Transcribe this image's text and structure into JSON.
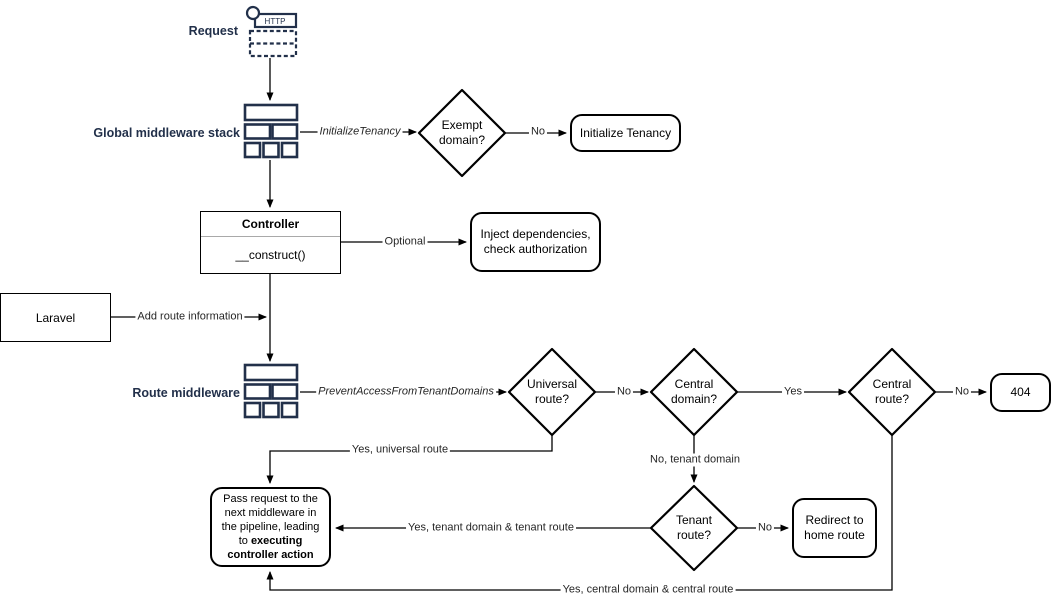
{
  "colors": {
    "accent_navy": "#22304a",
    "line_black": "#000000",
    "background": "#ffffff"
  },
  "stack_labels": {
    "request": "Request",
    "global_middleware": "Global middleware stack",
    "route_middleware": "Route middleware",
    "http_badge": "HTTP"
  },
  "nodes": {
    "exempt_domain": "Exempt\ndomain?",
    "initialize_tenancy": "Initialize Tenancy",
    "controller_title": "Controller",
    "controller_method": "__construct()",
    "inject_dependencies": "Inject dependencies,\ncheck authorization",
    "laravel": "Laravel",
    "universal_route": "Universal\nroute?",
    "central_domain": "Central\ndomain?",
    "central_route": "Central\nroute?",
    "not_found": "404",
    "tenant_route": "Tenant\nroute?",
    "redirect_home": "Redirect to\nhome route",
    "pass_request_prefix": "Pass request to the next middleware in the pipeline, leading to ",
    "pass_request_bold": "executing controller action"
  },
  "edge_labels": {
    "initialize_tenancy_mw": "InitializeTenancy",
    "exempt_no": "No",
    "optional": "Optional",
    "add_route_information": "Add route information",
    "prevent_access": "PreventAccessFromTenantDomains",
    "universal_no": "No",
    "central_domain_yes": "Yes",
    "central_route_no": "No",
    "yes_universal_route": "Yes, universal route",
    "no_tenant_domain": "No, tenant domain",
    "tenant_route_no": "No",
    "yes_tenant_domain_route": "Yes, tenant domain & tenant route",
    "yes_central_domain_route": "Yes, central domain & central route"
  }
}
